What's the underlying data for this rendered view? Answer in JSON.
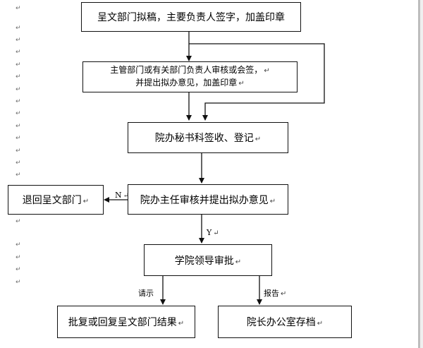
{
  "return_mark": "↵",
  "steps": {
    "draft": "呈文部门拟稿，主要负责人签字，加盖印章",
    "review_line1": "主管部门或有关部门负责人审核或会签，",
    "review_line2": "并提出拟办意见，加盖印章",
    "register": "院办秘书科签收、登记",
    "director": "院办主任审核并提出拟办意见",
    "reject": "退回呈文部门",
    "leader": "学院领导审批",
    "reply": "批复或回复呈文部门结果",
    "archive": "院长办公室存档"
  },
  "edges": {
    "no_label": "N",
    "yes_label": "Y",
    "instruct_label": "请示",
    "report_label": "报告"
  }
}
